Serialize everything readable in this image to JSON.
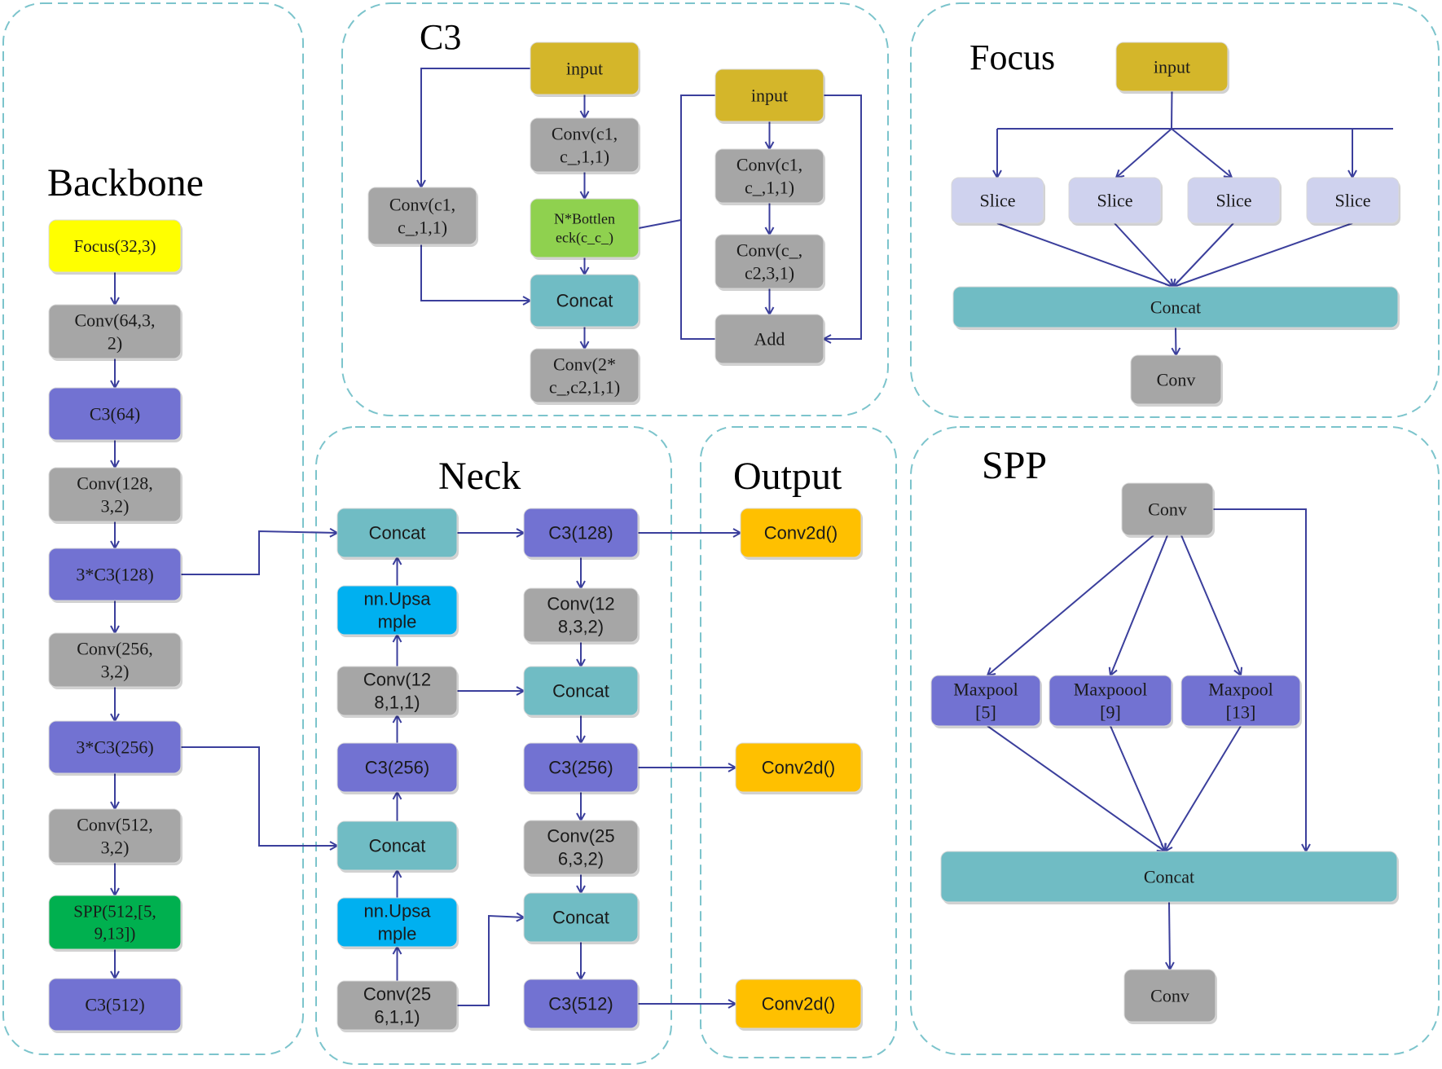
{
  "colors": {
    "panel_border": "#7cc4cc",
    "arrow": "#3b3f9c",
    "yellow": "#ffff00",
    "gold": "#d4b62a",
    "gray": "#a6a6a6",
    "purple": "#7272d2",
    "green": "#00b04f",
    "light_green": "#8fd14f",
    "teal": "#70bcc4",
    "blue": "#00b0f0",
    "orange": "#ffc000",
    "lavender": "#cfd2ee"
  },
  "panels": {
    "backbone": {
      "title": "Backbone"
    },
    "c3": {
      "title": "C3"
    },
    "focus": {
      "title": "Focus"
    },
    "neck": {
      "title": "Neck"
    },
    "output": {
      "title": "Output"
    },
    "spp": {
      "title": "SPP"
    }
  },
  "nodes": {
    "bb_focus": [
      "Focus(32,3)"
    ],
    "bb_conv1": [
      "Conv(64,3,",
      "2)"
    ],
    "bb_c3_64": [
      "C3(64)"
    ],
    "bb_conv2": [
      "Conv(128,",
      "3,2)"
    ],
    "bb_c3_128": [
      "3*C3(128)"
    ],
    "bb_conv3": [
      "Conv(256,",
      "3,2)"
    ],
    "bb_c3_256": [
      "3*C3(256)"
    ],
    "bb_conv4": [
      "Conv(512,",
      "3,2)"
    ],
    "bb_spp": [
      "SPP(512,[5,",
      "9,13])"
    ],
    "bb_c3_512": [
      "C3(512)"
    ],
    "c3_input": [
      "input"
    ],
    "c3_conv_main": [
      "Conv(c1,",
      "c_,1,1)"
    ],
    "c3_bottleneck": [
      "N*Bottlen",
      "eck(c_c_)"
    ],
    "c3_concat": [
      "Concat"
    ],
    "c3_conv_out": [
      "Conv(2*",
      "c_,c2,1,1)"
    ],
    "c3_conv_side": [
      "Conv(c1,",
      "c_,1,1)"
    ],
    "c3b_input": [
      "input"
    ],
    "c3b_conv1": [
      "Conv(c1,",
      "c_,1,1)"
    ],
    "c3b_conv2": [
      "Conv(c_,",
      "c2,3,1)"
    ],
    "c3b_add": [
      "Add"
    ],
    "fo_input": [
      "input"
    ],
    "fo_slice1": [
      "Slice"
    ],
    "fo_slice2": [
      "Slice"
    ],
    "fo_slice3": [
      "Slice"
    ],
    "fo_slice4": [
      "Slice"
    ],
    "fo_concat": [
      "Concat"
    ],
    "fo_conv": [
      "Conv"
    ],
    "nk_concat1": [
      "Concat"
    ],
    "nk_up1": [
      "nn.Upsa",
      "mple"
    ],
    "nk_conv1": [
      "Conv(12",
      "8,1,1)"
    ],
    "nk_c3_256a": [
      "C3(256)"
    ],
    "nk_concat2": [
      "Concat"
    ],
    "nk_up2": [
      "nn.Upsa",
      "mple"
    ],
    "nk_conv2": [
      "Conv(25",
      "6,1,1)"
    ],
    "nk_c3_128": [
      "C3(128)"
    ],
    "nk_conv3": [
      "Conv(12",
      "8,3,2)"
    ],
    "nk_concat3": [
      "Concat"
    ],
    "nk_c3_256b": [
      "C3(256)"
    ],
    "nk_conv4": [
      "Conv(25",
      "6,3,2)"
    ],
    "nk_concat4": [
      "Concat"
    ],
    "nk_c3_512": [
      "C3(512)"
    ],
    "out_1": [
      "Conv2d()"
    ],
    "out_2": [
      "Conv2d()"
    ],
    "out_3": [
      "Conv2d()"
    ],
    "spp_conv_in": [
      "Conv"
    ],
    "spp_mp5": [
      "Maxpool",
      "[5]"
    ],
    "spp_mp9": [
      "Maxpoool",
      "[9]"
    ],
    "spp_mp13": [
      "Maxpool",
      "[13]"
    ],
    "spp_concat": [
      "Concat"
    ],
    "spp_conv_out": [
      "Conv"
    ]
  }
}
